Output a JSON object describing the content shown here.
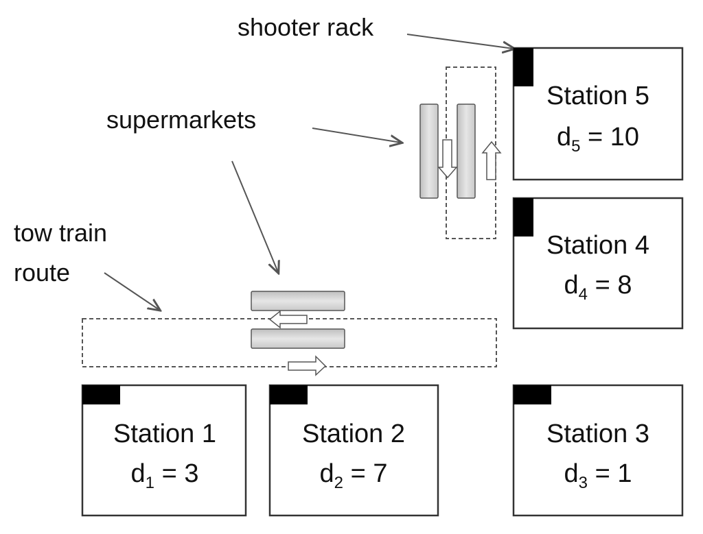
{
  "labels": {
    "shooter_rack": "shooter rack",
    "supermarkets": "supermarkets",
    "tow_train_line1": "tow train",
    "tow_train_line2": "route"
  },
  "stations": [
    {
      "name": "Station 1",
      "demand_var": "d",
      "index": "1",
      "equals": " = ",
      "demand": "3"
    },
    {
      "name": "Station 2",
      "demand_var": "d",
      "index": "2",
      "equals": " = ",
      "demand": "7"
    },
    {
      "name": "Station 3",
      "demand_var": "d",
      "index": "3",
      "equals": " = ",
      "demand": "1"
    },
    {
      "name": "Station 4",
      "demand_var": "d",
      "index": "4",
      "equals": " = ",
      "demand": "8"
    },
    {
      "name": "Station 5",
      "demand_var": "d",
      "index": "5",
      "equals": " = ",
      "demand": "10"
    }
  ],
  "colors": {
    "stroke": "#333333",
    "route": "#555555",
    "rack": "#000000",
    "supermarket_fill": "#d8d8d8"
  }
}
